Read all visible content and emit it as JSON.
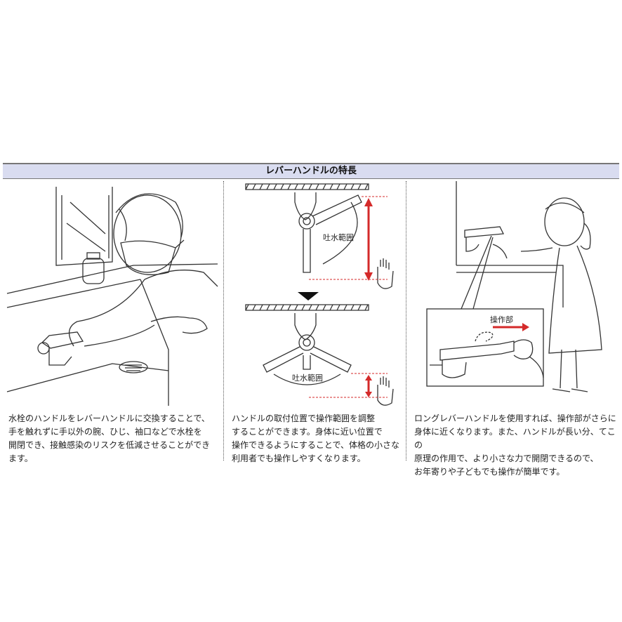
{
  "header": {
    "title": "レバーハンドルの特長"
  },
  "panels": [
    {
      "text_lines": [
        "水栓のハンドルをレバーハンドルに交換することで、",
        "手を触れずに手以外の腕、ひじ、袖口などで水栓を",
        "開閉でき、接触感染のリスクを低減させることができ",
        "ます。"
      ]
    },
    {
      "text_lines": [
        "ハンドルの取付位置で操作範囲を調整",
        "することができます。身体に近い位置で",
        "操作できるようにすることで、体格の小さな",
        "利用者でも操作しやすくなります。"
      ]
    },
    {
      "text_lines": [
        "ロングレバーハンドルを使用すれば、操作部がさらに",
        "身体に近くなります。また、ハンドルが長い分、てこの",
        "原理の作用で、より小さな力で開閉できるので、",
        "お年寄りや子どもでも操作が簡単です。"
      ]
    }
  ],
  "labels": {
    "range_top": "吐水範囲",
    "range_bottom": "吐水範囲",
    "operation_part": "操作部"
  },
  "colors": {
    "header_bg": "#d9dcf0",
    "arrow_red": "#d42a2a",
    "line": "#333333"
  }
}
